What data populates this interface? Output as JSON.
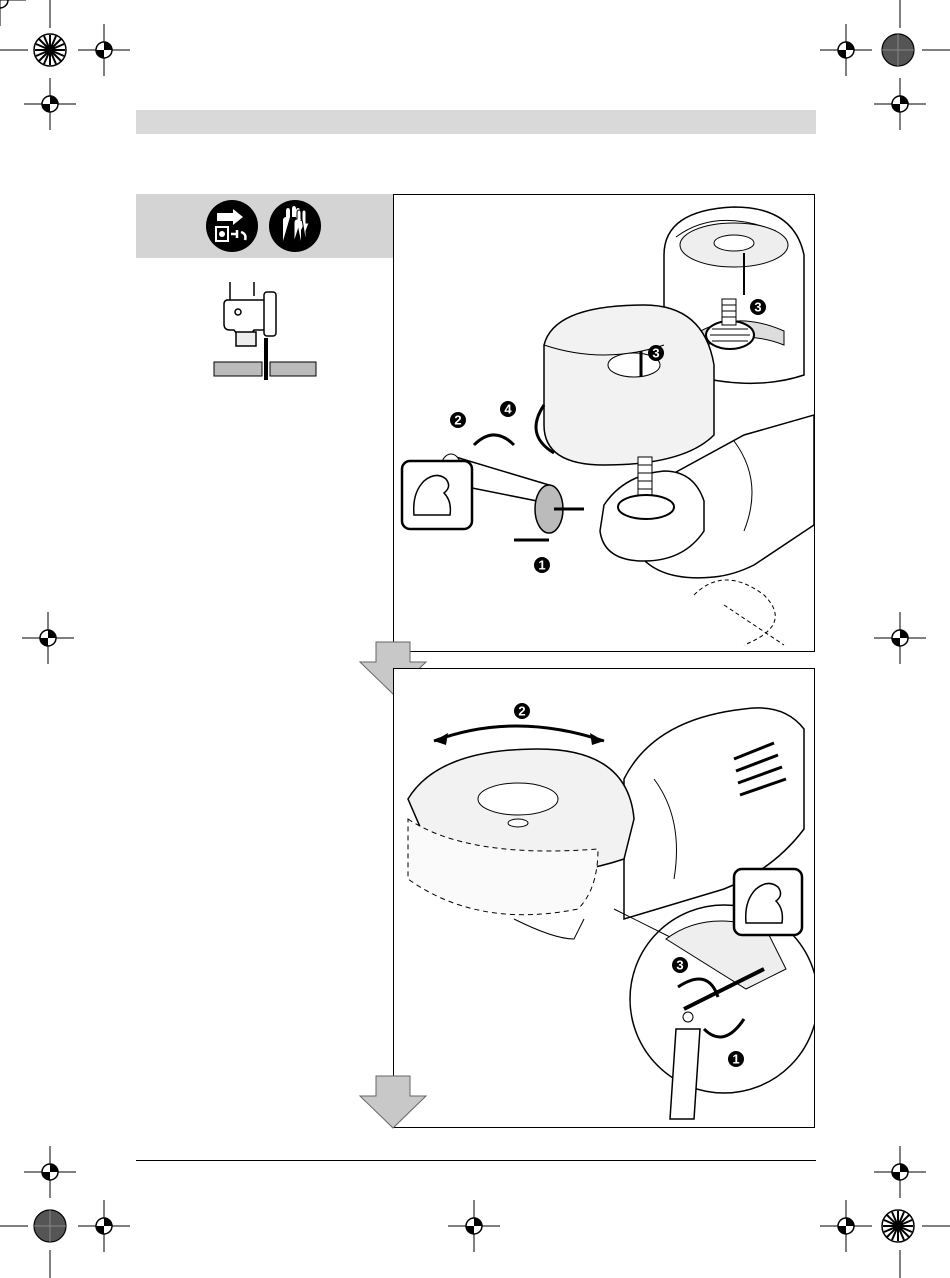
{
  "page": {
    "header_bar_color": "#d9d9d9",
    "warning_panel_color": "#d4d4d4",
    "frame_color": "#000000"
  },
  "warnings": {
    "icons": [
      "unplug-before-work-icon",
      "wear-gloves-icon"
    ]
  },
  "step1": {
    "callouts": [
      "1",
      "2",
      "3",
      "3",
      "4"
    ]
  },
  "step2": {
    "callouts": [
      "1",
      "2",
      "3"
    ]
  }
}
